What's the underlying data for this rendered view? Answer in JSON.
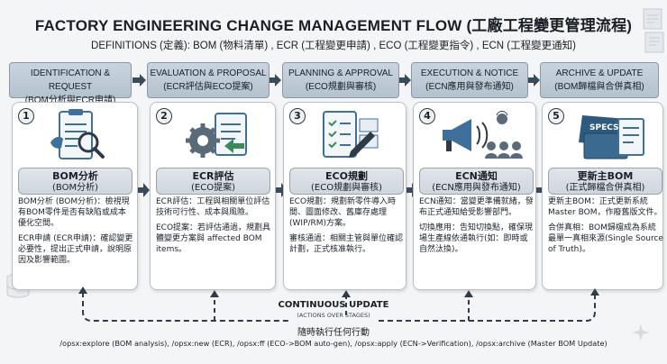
{
  "title": "FACTORY ENGINEERING CHANGE MANAGEMENT FLOW (工廠工程變更管理流程)",
  "definitions": "DEFINITIONS (定義): BOM (物料清單) , ECR (工程變更申請) , ECO (工程變更指令) , ECN (工程變更通知)",
  "stages": [
    {
      "header_en": "IDENTIFICATION & REQUEST",
      "header_zh": "(BOM分析與ECR申請)",
      "number": "1",
      "icon": "bom-clipboard-icon",
      "label_main": "BOM分析",
      "label_sub": "(BOM分析)",
      "paragraphs": [
        "BOM分析 (BOM分析)：檢視現有BOM零件是否有缺陷或成本優化空間。",
        "ECR申請 (ECR申請)：確認變更必要性，提出正式申請，說明原因及影響範圍。"
      ]
    },
    {
      "header_en": "EVALUATION & PROPOSAL",
      "header_zh": "(ECR評估與ECO提案)",
      "number": "2",
      "icon": "gear-document-icon",
      "label_main": "ECR評估",
      "label_sub": "(ECO提案)",
      "paragraphs": [
        "ECR評估：工程與相關單位評估技術可行性、成本與風險。",
        "ECO提案：若評估通過，規劃具體變更方案與 affected BOM items。"
      ]
    },
    {
      "header_en": "PLANNING & APPROVAL",
      "header_zh": "(ECO規劃與審核)",
      "number": "3",
      "icon": "approval-document-icon",
      "label_main": "ECO規劃",
      "label_sub": "(ECO規劃與審核)",
      "paragraphs": [
        "ECO規劃：規劃新零件導入時間、圖面修改、舊庫存處理(WIP/RM)方案。",
        "審核通過：相關主管與單位確認計劃，正式核准執行。"
      ]
    },
    {
      "header_en": "EXECUTION & NOTICE",
      "header_zh": "(ECN應用與發布通知)",
      "number": "4",
      "icon": "megaphone-broadcast-icon",
      "label_main": "ECN通知",
      "label_sub": "(ECN應用與發布通知)",
      "paragraphs": [
        "ECN通知：當變更準備就緒，發布正式通知給受影響部門。",
        "切換應用：告知切換點，確保現場生產線依通執行(如：即時或自然汰換)。"
      ]
    },
    {
      "header_en": "ARCHIVE & UPDATE",
      "header_zh": "(BOM歸檔與合併真相)",
      "number": "5",
      "icon": "specs-archive-icon",
      "label_main": "更新主BOM",
      "label_sub": "(正式歸檔合併真相)",
      "paragraphs": [
        "更新主BOM：正式更新系統 Master BOM，作廢舊版文件。",
        "合併真相：BOM歸檔成為系統最單一真相來源(Single Source of Truth)。"
      ]
    }
  ],
  "icons": {
    "specs_text": "SPECS"
  },
  "continuous_update": {
    "title": "CONTINUOUS UPDATE",
    "subtitle": "(ACTIONS OVER STAGES)",
    "zh": "隨時執行任何行動",
    "commands": "/opsx:explore (BOM analysis), /opsx:new (ECR), /opsx:ff (ECO->BOM auto-gen), /opsx:apply (ECN->Verification), /opsx:archive (Master BOM Update)"
  },
  "colors": {
    "header_fill": "#b4c2cf",
    "card_border": "#b9c0c8",
    "arrow": "#3b4a58",
    "dashed_loop": "#2f3d4a",
    "icon_blue": "#3f6f9b",
    "icon_green": "#3a8a5a"
  }
}
